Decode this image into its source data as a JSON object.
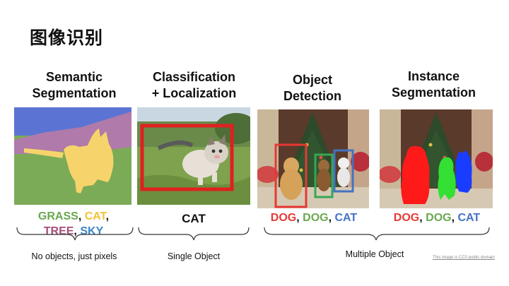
{
  "title": "图像识别",
  "columns": [
    {
      "title_line1": "Semantic",
      "title_line2": "Segmentation"
    },
    {
      "title_line1": "Classification",
      "title_line2": "+ Localization"
    },
    {
      "title_line1": "Object",
      "title_line2": "Detection"
    },
    {
      "title_line1": "Instance",
      "title_line2": "Segmentation"
    }
  ],
  "labels": {
    "semantic": {
      "grass": "GRASS",
      "cat": "CAT",
      "tree": "TREE",
      "sky": "SKY",
      "comma": ","
    },
    "classification": "CAT",
    "detection": {
      "dog1": "DOG",
      "dog2": "DOG",
      "cat": "CAT",
      "comma": ","
    },
    "instance": {
      "dog1": "DOG",
      "dog2": "DOG",
      "cat": "CAT",
      "comma": ","
    }
  },
  "captions": {
    "semantic": "No objects, just pixels",
    "classification": "Single Object",
    "multiple": "Multiple Object"
  },
  "credit": "This image is CC0 public domain",
  "colors": {
    "grass_label": "#6aa84f",
    "cat_label": "#f1c232",
    "tree_label": "#a64d79",
    "sky_label": "#3d85c6",
    "dog_red": "#e53935",
    "dog_green": "#34a853",
    "cat_blue": "#4472c4"
  }
}
